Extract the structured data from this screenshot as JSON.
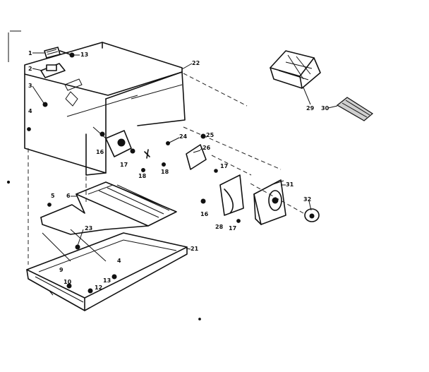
{
  "diagram": {
    "callouts": [
      {
        "id": "c1",
        "text": "1"
      },
      {
        "id": "c2",
        "text": "2"
      },
      {
        "id": "c3",
        "text": "3"
      },
      {
        "id": "c4",
        "text": "4"
      },
      {
        "id": "c22",
        "text": "22"
      },
      {
        "id": "c13a",
        "text": "13"
      },
      {
        "id": "c29",
        "text": "29"
      },
      {
        "id": "c30",
        "text": "30"
      },
      {
        "id": "c24",
        "text": "24"
      },
      {
        "id": "c25",
        "text": "25"
      },
      {
        "id": "c26",
        "text": "26"
      },
      {
        "id": "c17a",
        "text": "17"
      },
      {
        "id": "c16a",
        "text": "16"
      },
      {
        "id": "c17b",
        "text": "17"
      },
      {
        "id": "c18a",
        "text": "18"
      },
      {
        "id": "c18b",
        "text": "18"
      },
      {
        "id": "c5",
        "text": "5"
      },
      {
        "id": "c6",
        "text": "6"
      },
      {
        "id": "c23",
        "text": "23"
      },
      {
        "id": "c31",
        "text": "31"
      },
      {
        "id": "c32",
        "text": "32"
      },
      {
        "id": "c16b",
        "text": "16"
      },
      {
        "id": "c28",
        "text": "28"
      },
      {
        "id": "c17c",
        "text": "17"
      },
      {
        "id": "c21",
        "text": "21"
      },
      {
        "id": "c9",
        "text": "9"
      },
      {
        "id": "c4b",
        "text": "4"
      },
      {
        "id": "c13b",
        "text": "13"
      },
      {
        "id": "c10",
        "text": "10"
      },
      {
        "id": "c12",
        "text": "12"
      }
    ]
  }
}
